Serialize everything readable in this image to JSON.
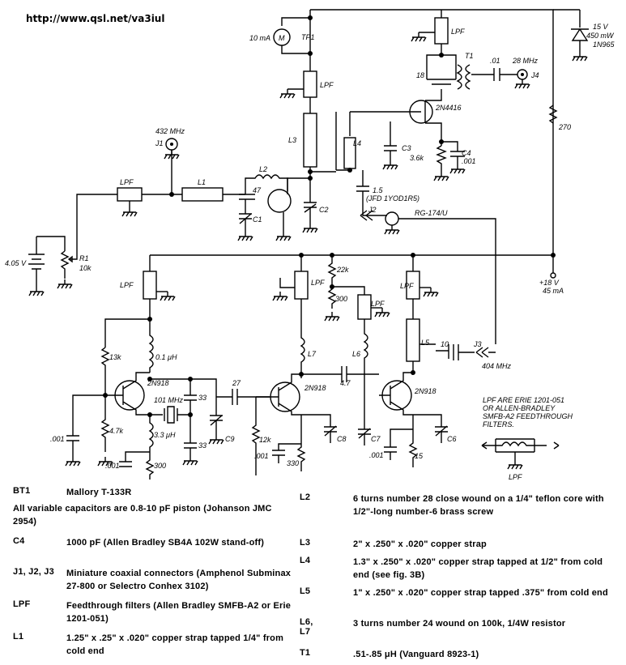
{
  "header": {
    "url": "http://www.qsl.net/va3iul"
  },
  "schematic": {
    "labels": {
      "meter": "M",
      "meter_current": "10 mA",
      "tp1": "TP1",
      "lpf": "LPF",
      "l3": "L3",
      "l4": "L4",
      "l1": "L1",
      "l2": "L2",
      "l5": "L5",
      "l6": "L6",
      "l7": "L7",
      "c1": "C1",
      "c2": "C2",
      "c3": "C3",
      "c4": "C4",
      "c4_val": ".001",
      "c6": "C6",
      "c7": "C7",
      "c8": "C8",
      "c9": "C9",
      "j1": "J1",
      "j1_freq": "432 MHz",
      "j2": "J2",
      "j3": "J3",
      "j3_freq": "404 MHz",
      "j4": "J4",
      "j4_freq": "28 MHz",
      "t1": "T1",
      "fet": "2N4416",
      "bjt": "2N918",
      "c18": "18",
      "c01": ".01",
      "c47": "47",
      "r36k": "3.6k",
      "c15": "1.5",
      "c15_part": "(JFD 1YOD1R5)",
      "coax": "RG-174/U",
      "r270": "270",
      "zener_v": "15 V",
      "zener_p": "450 mW",
      "zener_part": "1N965",
      "supply_v": "+18 V",
      "supply_i": "45 mA",
      "bt": "4.05 V",
      "r1": "R1",
      "r1_val": "10k",
      "r13k": "13k",
      "r47k": "4.7k",
      "c001a": ".001",
      "ind01": "0.1 μH",
      "ind33": "3.3 μH",
      "c001b": ".001",
      "r300a": "300",
      "xtal": "101 MHz",
      "c33a": "33",
      "c33b": "33",
      "c27": "27",
      "r12k": "12k",
      "c001c": ".001",
      "r330": "330",
      "r22k": "22k",
      "r300b": "300",
      "c47b": "4.7",
      "c001d": ".001",
      "r15": "15",
      "c10": "10",
      "note1": "LPF ARE ERIE 1201-051",
      "note2": "OR ALLEN-BRADLEY",
      "note3": "SMFB-A2 FEEDTHROUGH",
      "note4": "FILTERS.",
      "note_lpf": "LPF"
    }
  },
  "parts_left": [
    {
      "ref": "BT1",
      "desc": "Mallory T-133R"
    },
    {
      "ref": "",
      "desc": "All variable capacitors are 0.8-10 pF piston (Johanson JMC 2954)"
    },
    {
      "ref": "C4",
      "desc": "1000 pF (Allen Bradley SB4A 102W stand-off)"
    },
    {
      "ref": "J1, J2, J3",
      "desc": "Miniature coaxial connectors (Amphenol Subminax 27-800 or Selectro Conhex 3102)"
    },
    {
      "ref": "LPF",
      "desc": "Feedthrough filters (Allen Bradley SMFB-A2 or Erie 1201-051)"
    },
    {
      "ref": "L1",
      "desc": "1.25\" x .25\" x .020\" copper strap tapped 1/4\" from cold end"
    }
  ],
  "parts_right": [
    {
      "ref": "L2",
      "desc": "6 turns number 28 close wound on a 1/4\" teflon core with 1/2\"-long number-6 brass screw"
    },
    {
      "ref": "L3",
      "desc": "2\" x .250\" x .020\" copper strap"
    },
    {
      "ref": "L4",
      "desc": "1.3\" x .250\" x .020\" copper strap tapped at 1/2\" from cold end (see fig. 3B)"
    },
    {
      "ref": "L5",
      "desc": "1\" x .250\" x .020\" copper strap tapped .375\" from cold end"
    },
    {
      "ref": "L6, L7",
      "desc": "3 turns number 24 wound on 100k, 1/4W resistor"
    },
    {
      "ref": "T1",
      "desc": ".51-.85 μH (Vanguard 8923-1)"
    }
  ]
}
